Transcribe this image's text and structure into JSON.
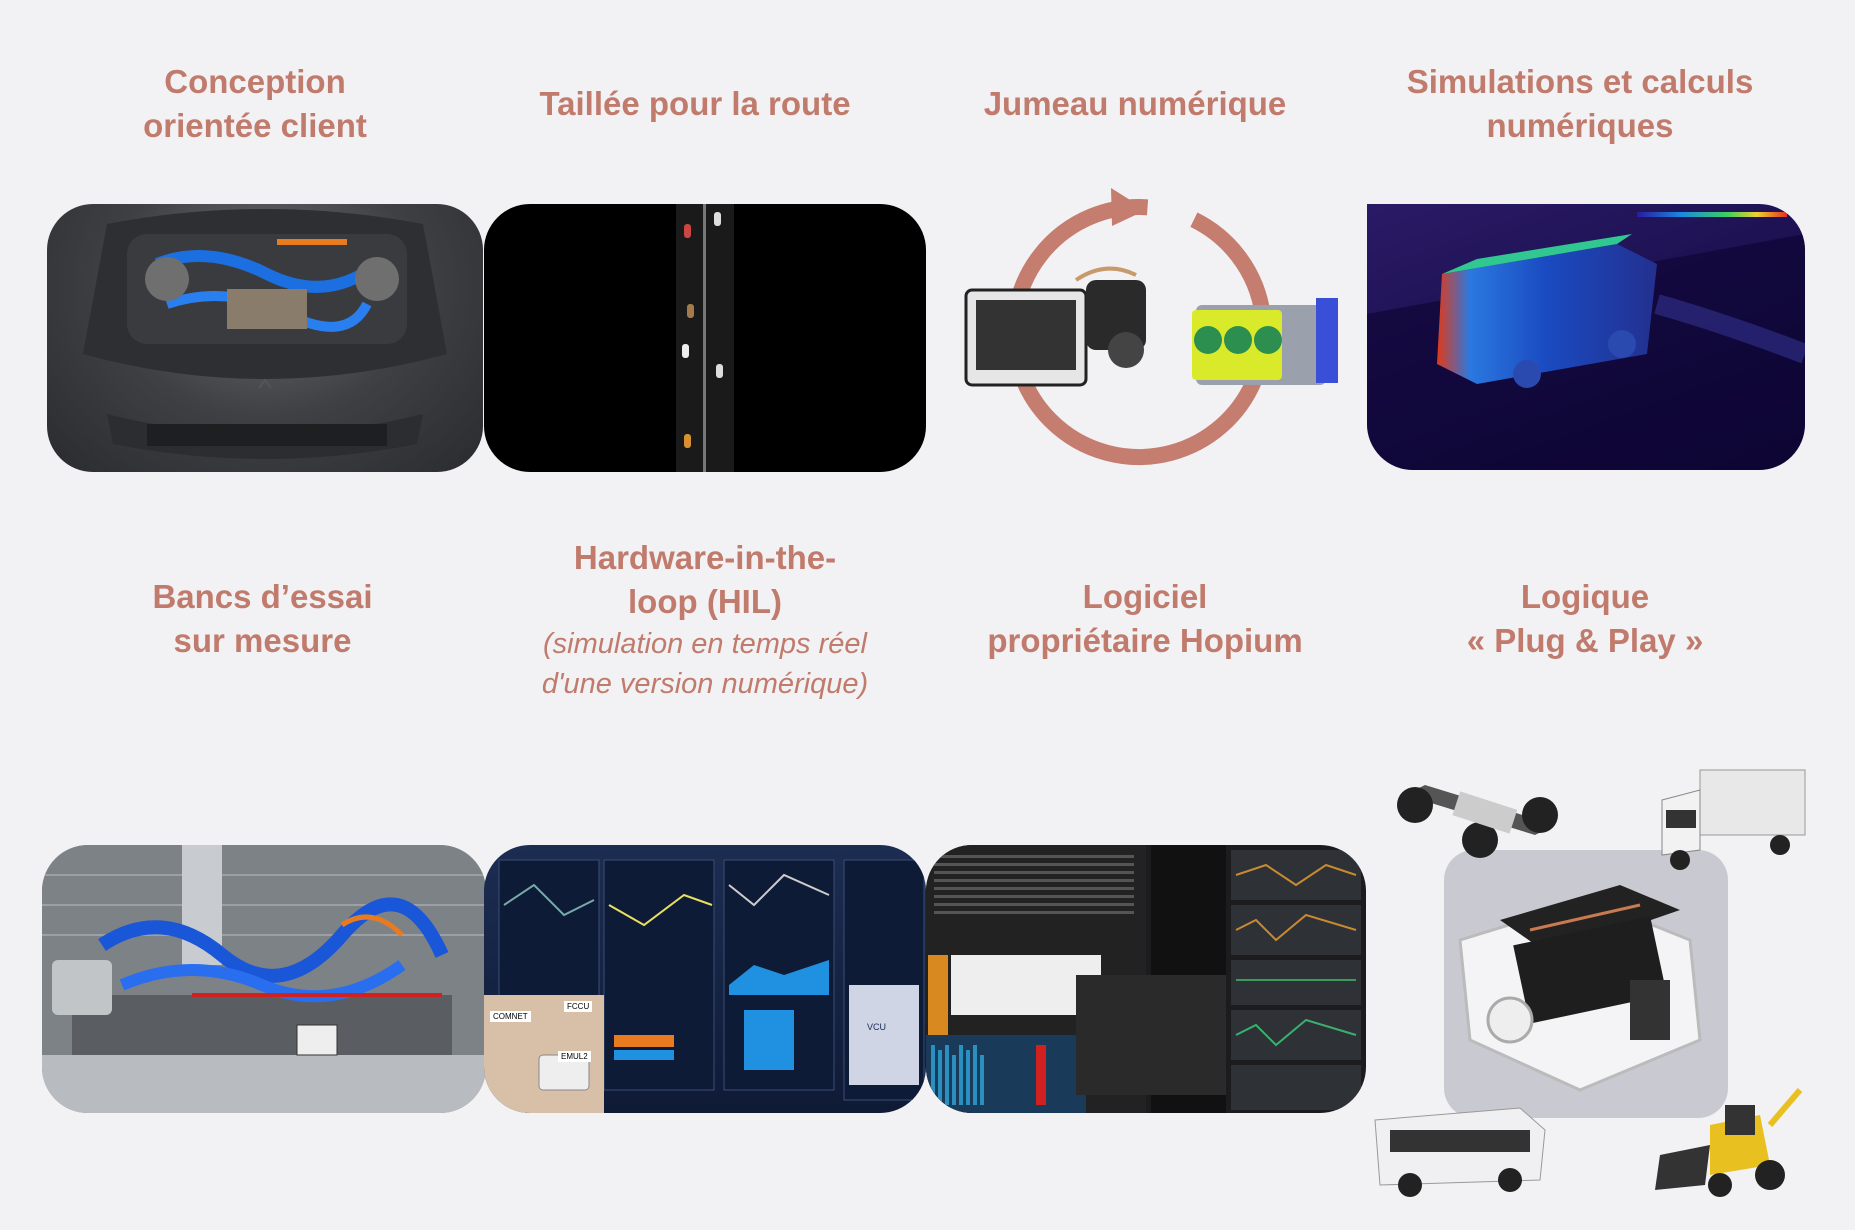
{
  "row1": [
    {
      "title_lines": [
        "Conception",
        "orientée client"
      ]
    },
    {
      "title_lines": [
        "Taillée pour la route"
      ]
    },
    {
      "title_lines": [
        "Jumeau numérique"
      ]
    },
    {
      "title_lines": [
        "Simulations et calculs",
        "numériques"
      ]
    }
  ],
  "row2": [
    {
      "title_lines": [
        "Bancs d’essai",
        "sur mesure"
      ]
    },
    {
      "title_lines": [
        "Hardware-in-the-",
        "loop (HIL)"
      ],
      "subtitle_lines": [
        "(simulation en temps réel",
        "d'une version numérique)"
      ]
    },
    {
      "title_lines": [
        "Logiciel",
        "propriétaire Hopium"
      ]
    },
    {
      "title_lines": [
        "Logique",
        "« Plug & Play »"
      ]
    }
  ],
  "hil_labels": [
    "COMNET",
    "FCCU",
    "EMUL2",
    "VCU"
  ],
  "colors": {
    "accent": "#c17b6c",
    "background": "#f2f1f4"
  }
}
